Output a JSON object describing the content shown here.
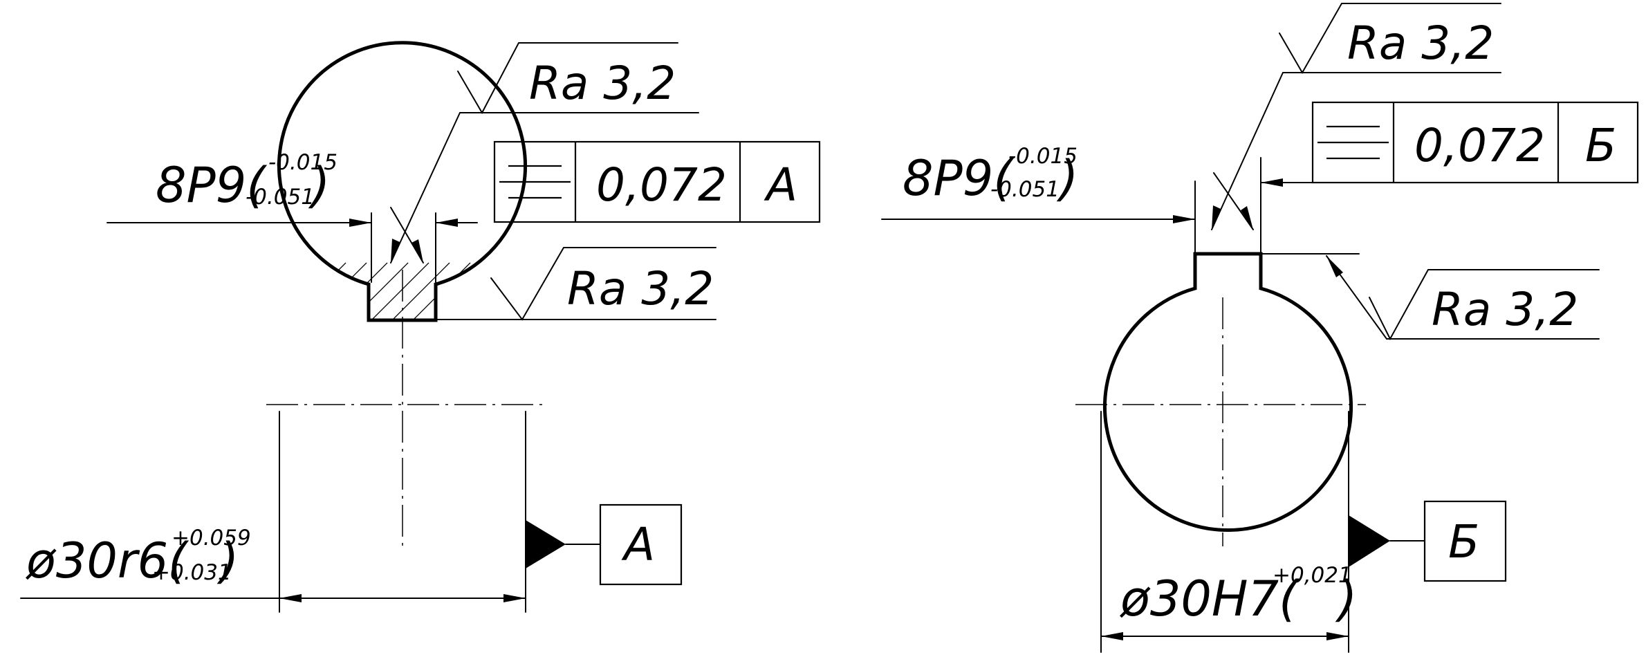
{
  "left_view": {
    "key_width": "8P9(",
    "key_width_upper": "-0.015",
    "key_width_lower": "-0.051",
    "key_width_close": ")",
    "roughness_top": "Ra 3,2",
    "roughness_right": "Ra 3,2",
    "tolerance_value": "0,072",
    "tolerance_datum": "A",
    "datum_label": "A",
    "diameter": "ø30r6(",
    "diameter_upper": "+0.059",
    "diameter_lower": "+0.031",
    "diameter_close": ")",
    "section_hatched": true
  },
  "right_view": {
    "key_width": "8P9(",
    "key_width_upper": "-0.015",
    "key_width_lower": "-0.051",
    "key_width_close": ")",
    "roughness_top": "Ra 3,2",
    "roughness_right": "Ra 3,2",
    "tolerance_value": "0,072",
    "tolerance_datum": "Б",
    "datum_label": "Б",
    "diameter": "ø30H7(",
    "diameter_upper": "+0,021",
    "diameter_close": ")",
    "section_hatched": false
  },
  "symbols": {
    "tolerance_symbol": "symmetry-icon",
    "roughness_symbol": "surface-roughness-icon",
    "datum_symbol": "datum-triangle-icon"
  }
}
